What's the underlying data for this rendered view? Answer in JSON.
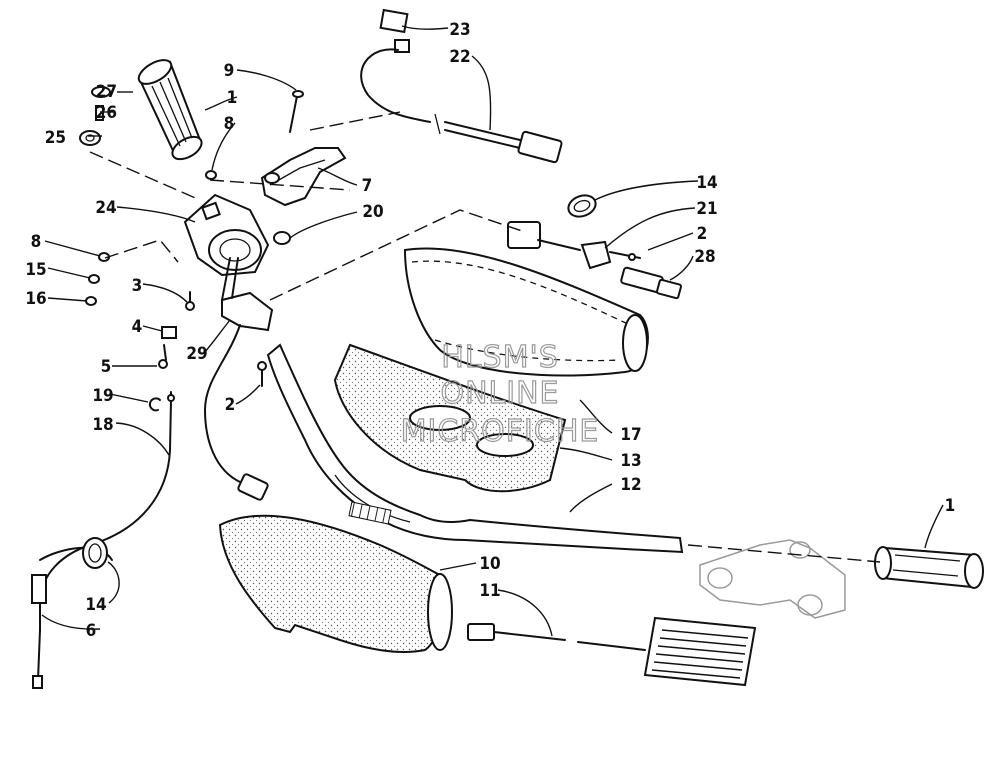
{
  "callouts": {
    "c1a": "1",
    "c1b": "1",
    "c2a": "2",
    "c2b": "2",
    "c3": "3",
    "c4": "4",
    "c5": "5",
    "c6": "6",
    "c7": "7",
    "c8a": "8",
    "c8b": "8",
    "c9": "9",
    "c10": "10",
    "c11": "11",
    "c12": "12",
    "c13": "13",
    "c14a": "14",
    "c14b": "14",
    "c15": "15",
    "c16": "16",
    "c17": "17",
    "c18": "18",
    "c19": "19",
    "c20": "20",
    "c21": "21",
    "c22": "22",
    "c23": "23",
    "c24": "24",
    "c25": "25",
    "c26": "26",
    "c27": "27",
    "c28": "28",
    "c29": "29"
  },
  "watermark": {
    "line1": "HLSM'S",
    "line2": "ONLINE",
    "line3": "MICROFICHE"
  }
}
